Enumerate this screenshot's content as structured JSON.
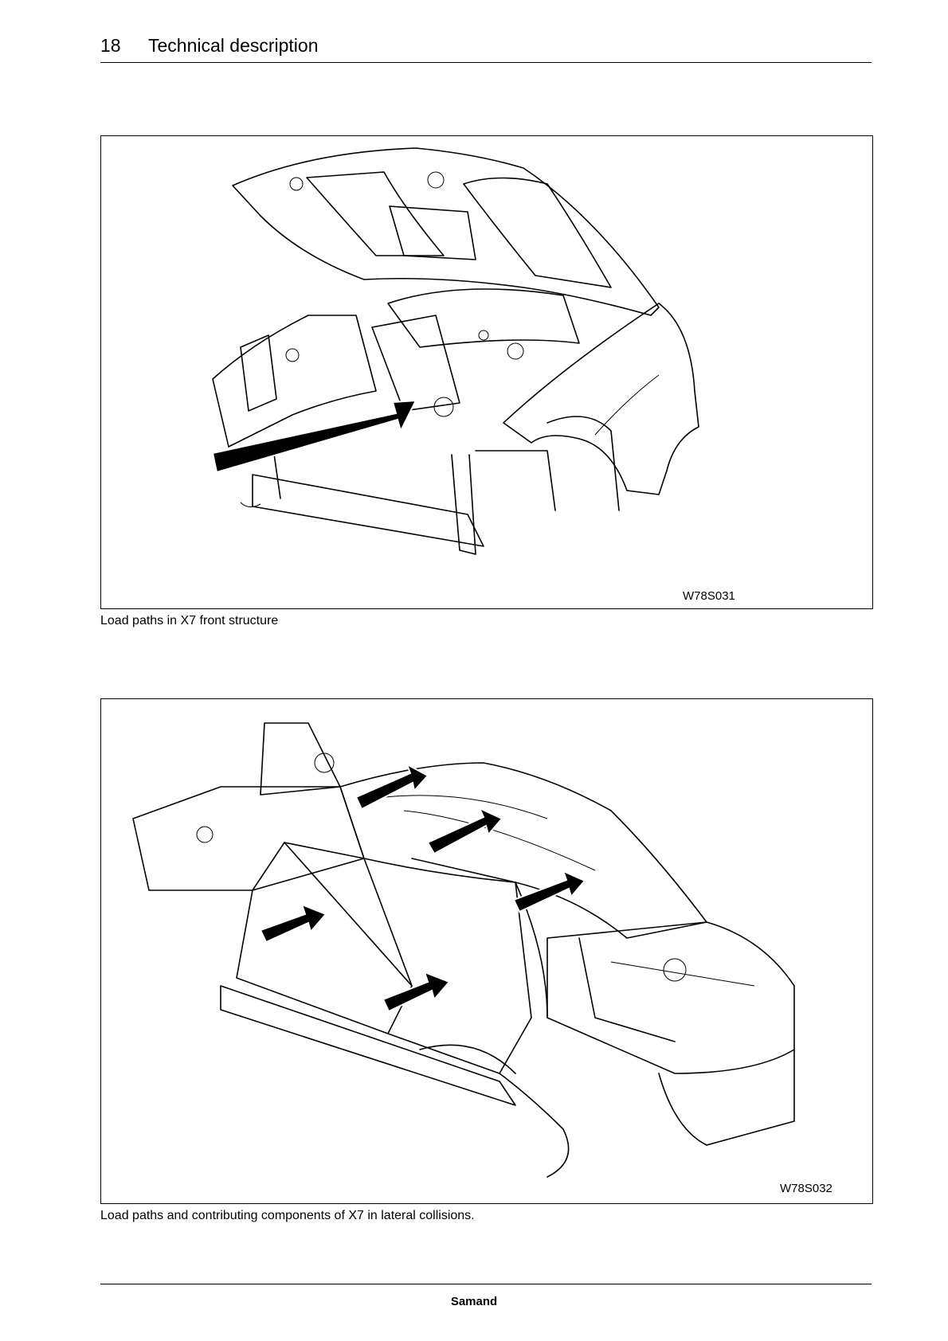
{
  "header": {
    "page_number": "18",
    "title": "Technical description"
  },
  "figures": [
    {
      "id_label": "W78S031",
      "caption": "Load paths in X7 front structure"
    },
    {
      "id_label": "W78S032",
      "caption": "Load paths and contributing components of X7 in lateral collisions."
    }
  ],
  "footer": {
    "brand": "Samand"
  },
  "colors": {
    "ink": "#000000",
    "paper": "#ffffff"
  }
}
